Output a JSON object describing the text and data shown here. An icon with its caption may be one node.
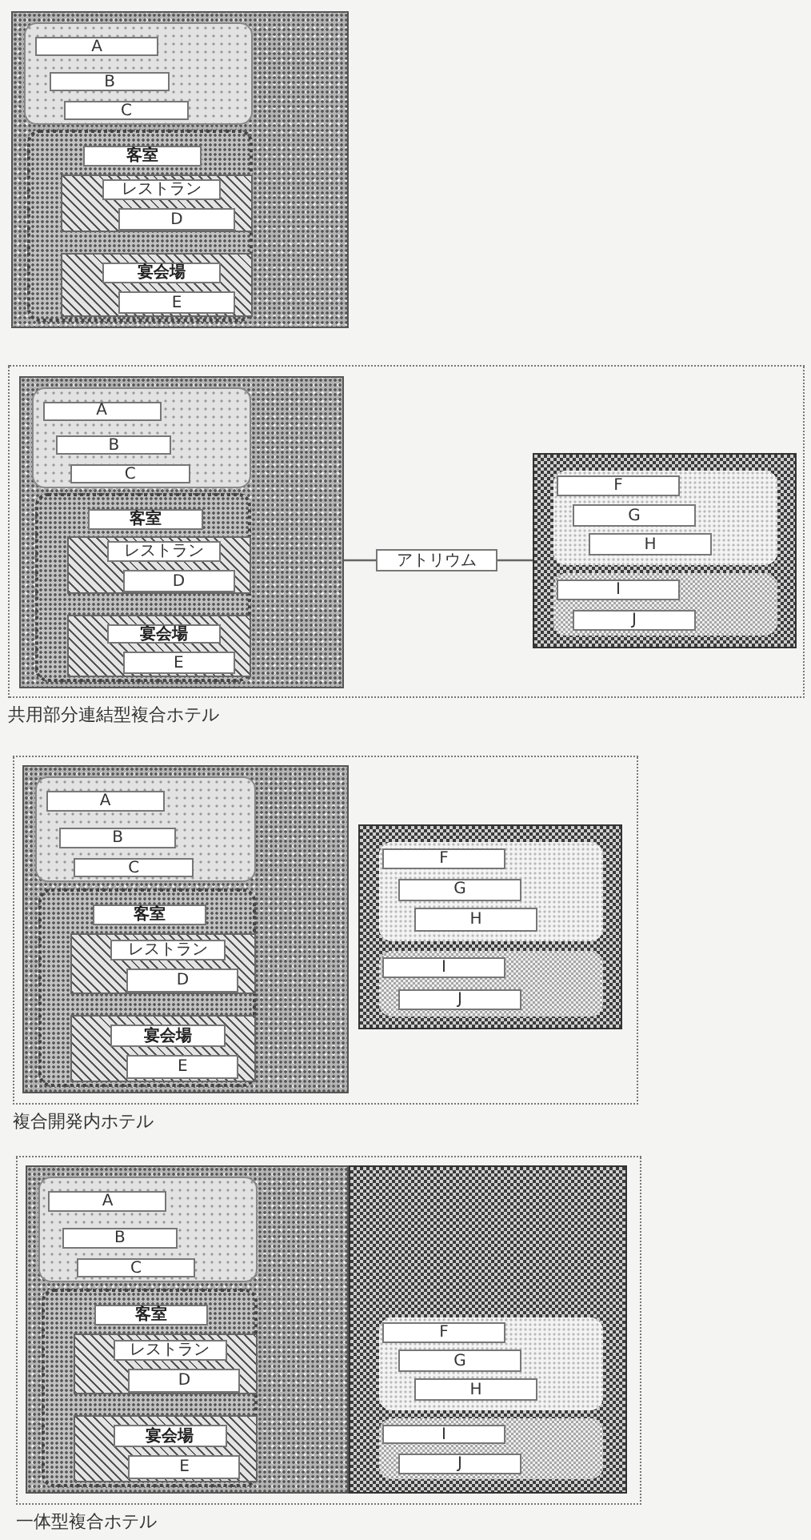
{
  "diagram": {
    "nodes": [
      {
        "text": [],
        "shape": "box"
      },
      {
        "text": [],
        "shape": "box",
        "in": 0
      },
      {
        "text": [
          "A"
        ],
        "in": 1
      },
      {
        "text": [
          "B"
        ],
        "in": 1
      },
      {
        "text": [
          "C"
        ],
        "in": 1
      },
      {
        "text": [],
        "shape": "box",
        "in": 0
      },
      {
        "text": [
          "客室"
        ],
        "in": 5
      },
      {
        "text": [],
        "shape": "box",
        "in": 5
      },
      {
        "text": [
          "レストラン"
        ],
        "in": 7
      },
      {
        "text": [
          "D"
        ],
        "in": 7
      },
      {
        "text": [],
        "shape": "box",
        "in": 5
      },
      {
        "text": [
          "宴会場"
        ],
        "in": 10
      },
      {
        "text": [
          "E"
        ],
        "in": 10
      },
      {
        "text": [
          "共用部分連結型複合ホテル"
        ]
      },
      {
        "text": [],
        "shape": "box",
        "in": 13
      },
      {
        "text": [],
        "shape": "box",
        "in": 14
      },
      {
        "text": [
          "A"
        ],
        "in": 15
      },
      {
        "text": [
          "B"
        ],
        "in": 15
      },
      {
        "text": [
          "C"
        ],
        "in": 15
      },
      {
        "text": [],
        "shape": "box",
        "in": 14
      },
      {
        "text": [
          "客室"
        ],
        "in": 19
      },
      {
        "text": [],
        "shape": "box",
        "in": 19
      },
      {
        "text": [
          "レストラン"
        ],
        "in": 21
      },
      {
        "text": [
          "D"
        ],
        "in": 21
      },
      {
        "text": [],
        "shape": "box",
        "in": 19
      },
      {
        "text": [
          "宴会場"
        ],
        "in": 24
      },
      {
        "text": [
          "E"
        ],
        "in": 24
      },
      {
        "text": [
          "アトリウム"
        ],
        "in": 13
      },
      {
        "text": [],
        "shape": "box",
        "in": 13
      },
      {
        "text": [],
        "shape": "box",
        "in": 28
      },
      {
        "text": [
          "F"
        ],
        "in": 29
      },
      {
        "text": [
          "G"
        ],
        "in": 29
      },
      {
        "text": [
          "H"
        ],
        "in": 29
      },
      {
        "text": [],
        "shape": "box",
        "in": 28
      },
      {
        "text": [
          "I"
        ],
        "in": 33
      },
      {
        "text": [
          "J"
        ],
        "in": 33
      },
      {
        "text": [
          "複合開発内ホテル"
        ]
      },
      {
        "text": [],
        "shape": "box",
        "in": 36
      },
      {
        "text": [],
        "shape": "box",
        "in": 37
      },
      {
        "text": [
          "A"
        ],
        "in": 38
      },
      {
        "text": [
          "B"
        ],
        "in": 38
      },
      {
        "text": [
          "C"
        ],
        "in": 38
      },
      {
        "text": [],
        "shape": "box",
        "in": 37
      },
      {
        "text": [
          "客室"
        ],
        "in": 42
      },
      {
        "text": [],
        "shape": "box",
        "in": 42
      },
      {
        "text": [
          "レストラン"
        ],
        "in": 44
      },
      {
        "text": [
          "D"
        ],
        "in": 44
      },
      {
        "text": [],
        "shape": "box",
        "in": 42
      },
      {
        "text": [
          "宴会場"
        ],
        "in": 47
      },
      {
        "text": [
          "E"
        ],
        "in": 47
      },
      {
        "text": [],
        "shape": "box",
        "in": 36
      },
      {
        "text": [],
        "shape": "box",
        "in": 50
      },
      {
        "text": [
          "F"
        ],
        "in": 51
      },
      {
        "text": [
          "G"
        ],
        "in": 51
      },
      {
        "text": [
          "H"
        ],
        "in": 51
      },
      {
        "text": [],
        "shape": "box",
        "in": 50
      },
      {
        "text": [
          "I"
        ],
        "in": 55
      },
      {
        "text": [
          "J"
        ],
        "in": 55
      },
      {
        "text": [
          "一体型複合ホテル"
        ]
      },
      {
        "text": [],
        "shape": "box",
        "in": 58
      },
      {
        "text": [],
        "shape": "box",
        "in": 59
      },
      {
        "text": [
          "A"
        ],
        "in": 60
      },
      {
        "text": [
          "B"
        ],
        "in": 60
      },
      {
        "text": [
          "C"
        ],
        "in": 60
      },
      {
        "text": [],
        "shape": "box",
        "in": 59
      },
      {
        "text": [
          "客室"
        ],
        "in": 64
      },
      {
        "text": [],
        "shape": "box",
        "in": 64
      },
      {
        "text": [
          "レストラン"
        ],
        "in": 66
      },
      {
        "text": [
          "D"
        ],
        "in": 66
      },
      {
        "text": [],
        "shape": "box",
        "in": 64
      },
      {
        "text": [
          "宴会場"
        ],
        "in": 69
      },
      {
        "text": [
          "E"
        ],
        "in": 69
      },
      {
        "text": [],
        "shape": "box",
        "in": 58
      },
      {
        "text": [],
        "shape": "box",
        "in": 72
      },
      {
        "text": [
          "F"
        ],
        "in": 73
      },
      {
        "text": [
          "G"
        ],
        "in": 73
      },
      {
        "text": [
          "H"
        ],
        "in": 73
      },
      {
        "text": [],
        "shape": "box",
        "in": 72
      },
      {
        "text": [
          "I"
        ],
        "in": 77
      },
      {
        "text": [
          "J"
        ],
        "in": 77
      }
    ],
    "edges": [
      {
        "from": 14,
        "to": 27,
        "arrow": "none"
      },
      {
        "from": 27,
        "to": 28,
        "arrow": "none"
      }
    ]
  }
}
